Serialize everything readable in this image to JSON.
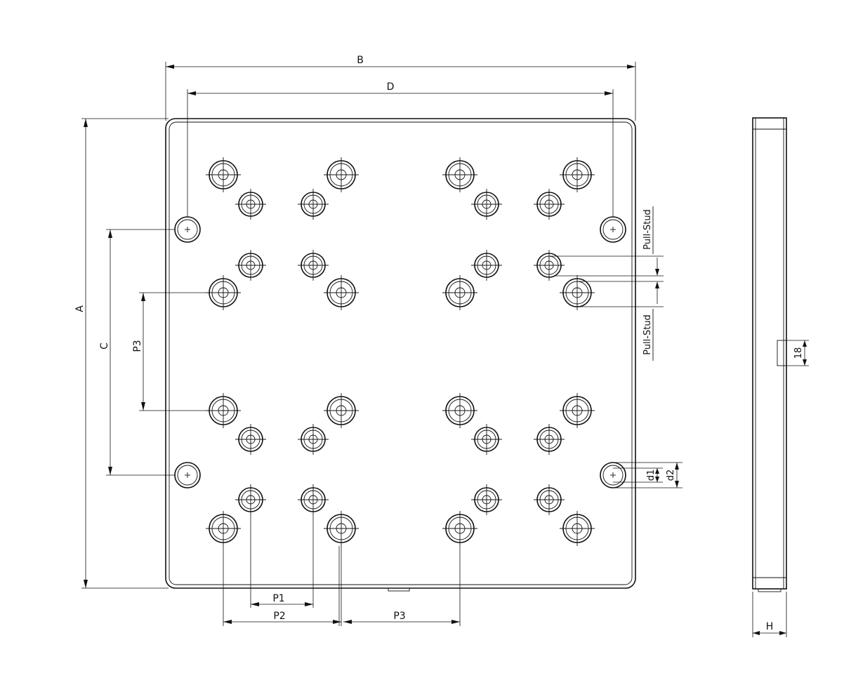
{
  "labels": {
    "A": "A",
    "B": "B",
    "C": "C",
    "D": "D",
    "P1": "P1",
    "P2": "P2",
    "P3": "P3",
    "pull_stud": "Pull-Stud",
    "d1": "d1",
    "d2": "d2",
    "H": "H",
    "slot": "18"
  },
  "colors": {
    "line": "#111111",
    "background": "#ffffff"
  },
  "icons": {
    "large_hole": "counterbore-hole-icon",
    "small_hole": "pull-stud-hole-icon",
    "mount_hole": "mounting-hole-icon"
  }
}
